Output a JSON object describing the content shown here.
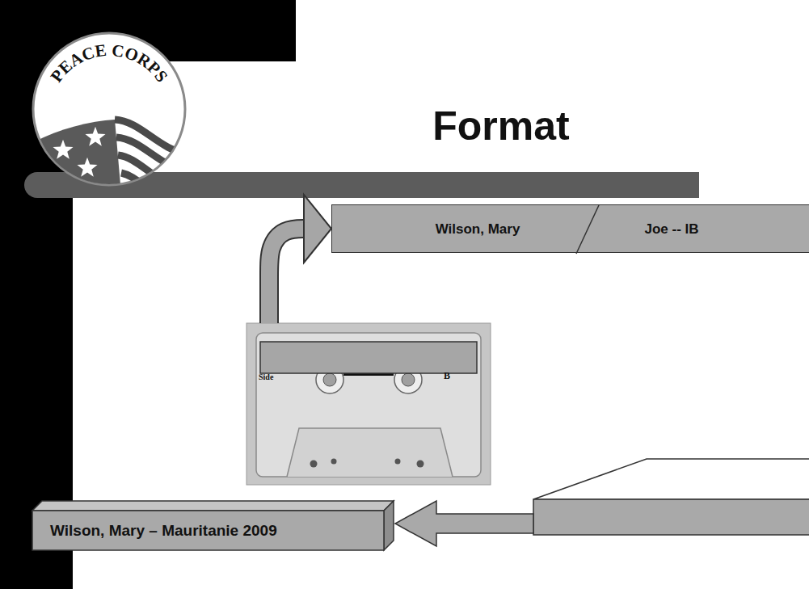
{
  "diagram": {
    "title": "Format",
    "nodes": [
      {
        "text": [
          "Wilson, Mary",
          "Joe -- IB"
        ]
      },
      {
        "text": [
          "Side",
          "B"
        ]
      },
      {
        "text": [
          "Wilson, Mary – Mauritanie 2009"
        ]
      }
    ],
    "edges": [
      {
        "from": 1,
        "to": 0,
        "arrow": "to"
      }
    ],
    "labels": [
      "PEACE CORPS"
    ]
  }
}
